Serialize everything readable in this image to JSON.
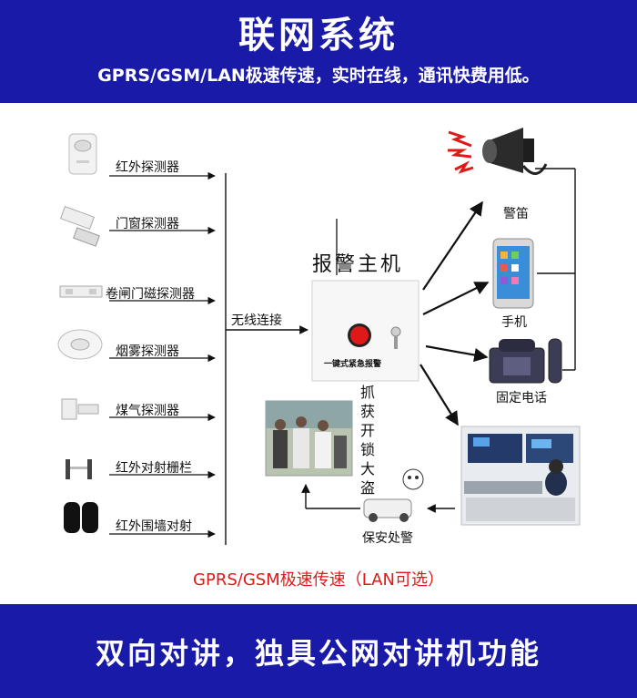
{
  "header": {
    "title": "联网系统",
    "subtitle": "GPRS/GSM/LAN极速传速，实时在线，通讯快费用低。"
  },
  "sensors": [
    {
      "label": "红外探测器",
      "icon": "pir-detector-icon"
    },
    {
      "label": "门窗探测器",
      "icon": "door-window-sensor-icon"
    },
    {
      "label": "卷闸门磁探测器",
      "icon": "shutter-door-sensor-icon"
    },
    {
      "label": "烟雾探测器",
      "icon": "smoke-detector-icon"
    },
    {
      "label": "煤气探测器",
      "icon": "gas-detector-icon"
    },
    {
      "label": "红外对射栅栏",
      "icon": "infrared-beam-fence-icon"
    },
    {
      "label": "红外围墙对射",
      "icon": "infrared-wall-beam-icon"
    }
  ],
  "connection_label": "无线连接",
  "host": {
    "title": "报警主机",
    "button_caption": "一键式紧急报警"
  },
  "outputs": [
    {
      "label": "警笛",
      "icon": "siren-icon"
    },
    {
      "label": "手机",
      "icon": "mobile-phone-icon"
    },
    {
      "label": "固定电话",
      "icon": "landline-phone-icon"
    }
  ],
  "monitoring_center": {
    "icon": "monitoring-center-icon"
  },
  "security": {
    "label": "保安处警",
    "icon": "security-guard-icon"
  },
  "capture": {
    "text": "抓获开锁大盗",
    "icon": "arrest-photo-icon"
  },
  "network_note": "GPRS/GSM极速传速（LAN可选）",
  "footer": "双向对讲，独具公网对讲机功能",
  "colors": {
    "banner": "#1a1aa8",
    "accent_red": "#e01818",
    "line": "#111111"
  }
}
